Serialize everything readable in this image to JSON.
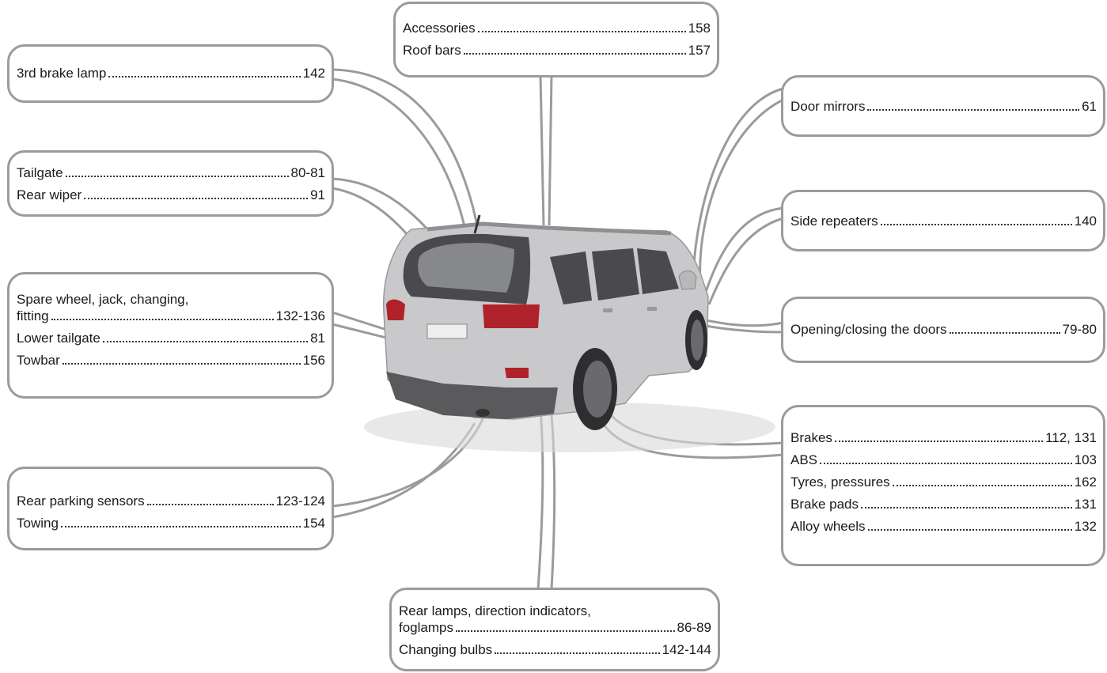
{
  "boxes": {
    "accessories": [
      {
        "label": "Accessories",
        "page": "158"
      },
      {
        "label": "Roof bars",
        "page": "157"
      }
    ],
    "brake_lamp": [
      {
        "label": "3rd brake lamp",
        "page": "142"
      }
    ],
    "tailgate": [
      {
        "label": "Tailgate",
        "page": "80-81"
      },
      {
        "label": "Rear wiper",
        "page": "91"
      }
    ],
    "spare_wheel": [
      {
        "label1": "Spare wheel, jack, changing,",
        "label2": "fitting",
        "page": "132-136"
      },
      {
        "label": "Lower tailgate",
        "page": "81"
      },
      {
        "label": "Towbar",
        "page": "156"
      }
    ],
    "parking": [
      {
        "label": "Rear parking sensors",
        "page": "123-124"
      },
      {
        "label": "Towing",
        "page": "154"
      }
    ],
    "rear_lamps": [
      {
        "label1": "Rear lamps, direction indicators,",
        "label2": "foglamps",
        "page": "86-89"
      },
      {
        "label": "Changing bulbs",
        "page": "142-144"
      }
    ],
    "mirrors": [
      {
        "label": "Door mirrors",
        "page": "61"
      }
    ],
    "repeaters": [
      {
        "label": "Side repeaters",
        "page": "140"
      }
    ],
    "doors": [
      {
        "label": "Opening/closing the doors",
        "page": "79-80"
      }
    ],
    "brakes": [
      {
        "label": "Brakes",
        "page": "112, 131"
      },
      {
        "label": "ABS",
        "page": "103"
      },
      {
        "label": "Tyres, pressures",
        "page": "162"
      },
      {
        "label": "Brake pads",
        "page": "131"
      },
      {
        "label": "Alloy wheels",
        "page": "132"
      }
    ]
  },
  "colors": {
    "box_border": "#9b9b9b",
    "leader_line": "#9b9b9b",
    "car_body": "#c9c9cb",
    "glass": "#4a4a4e",
    "lamp": "#b0222b"
  }
}
